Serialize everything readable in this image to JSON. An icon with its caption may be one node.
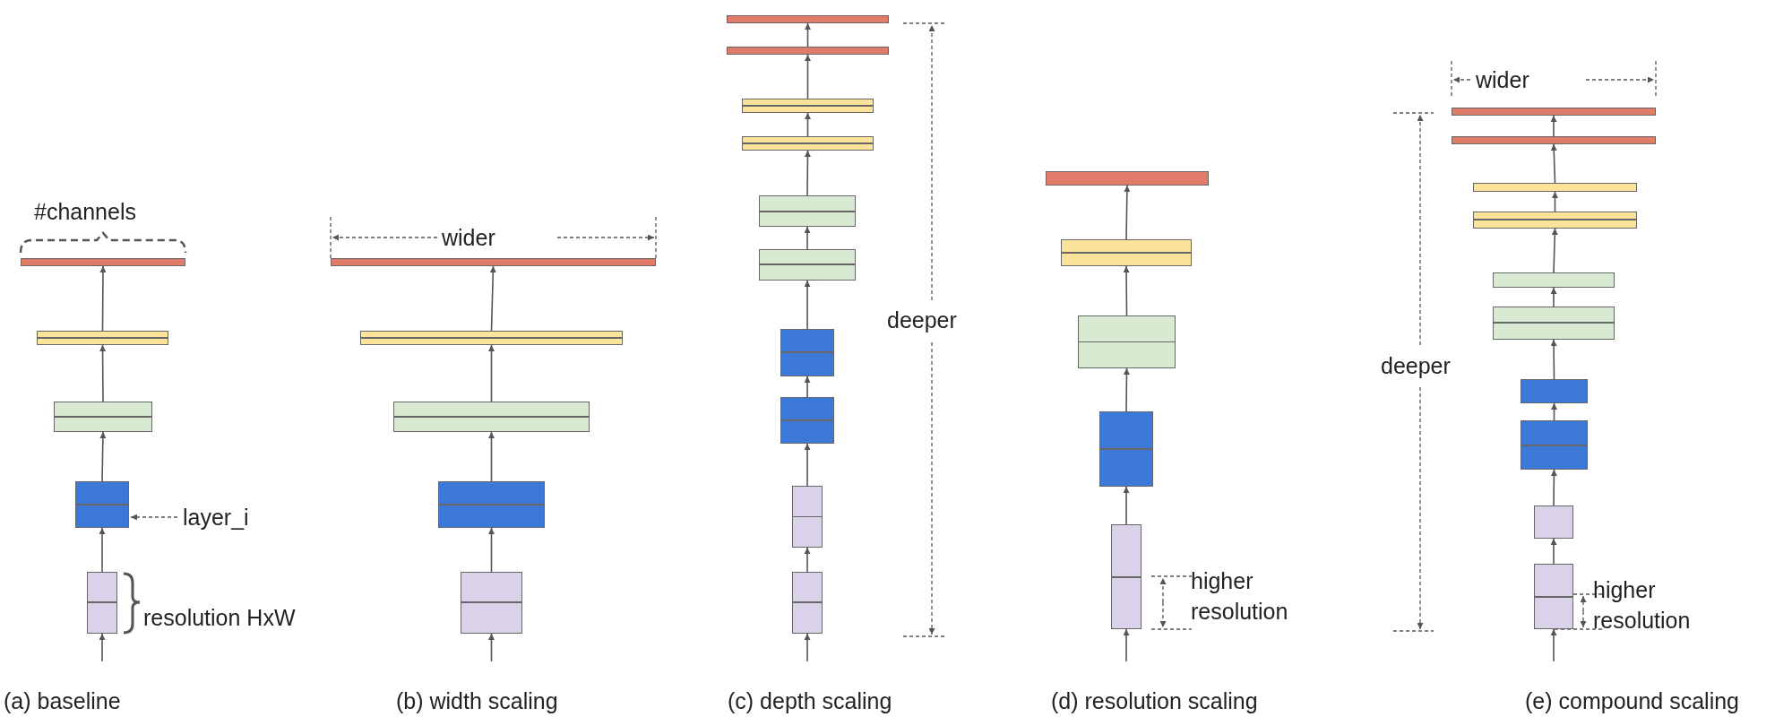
{
  "diagram": {
    "nodes": [
      {
        "text": [],
        "shape": "box"
      },
      {
        "text": [],
        "shape": "box"
      },
      {
        "text": [],
        "shape": "box"
      },
      {
        "text": [],
        "shape": "box"
      },
      {
        "text": [],
        "shape": "box"
      },
      {
        "text": [
          "layer_i"
        ]
      },
      {
        "text": [],
        "shape": "box"
      },
      {
        "text": [],
        "shape": "box"
      },
      {
        "text": [],
        "shape": "box"
      },
      {
        "text": [],
        "shape": "box"
      },
      {
        "text": [],
        "shape": "box"
      },
      {
        "text": [],
        "shape": "box"
      },
      {
        "text": [],
        "shape": "box"
      },
      {
        "text": [],
        "shape": "box"
      },
      {
        "text": [],
        "shape": "box"
      },
      {
        "text": [],
        "shape": "box"
      },
      {
        "text": [],
        "shape": "box"
      },
      {
        "text": [],
        "shape": "box"
      },
      {
        "text": [],
        "shape": "box"
      },
      {
        "text": [],
        "shape": "box"
      },
      {
        "text": [],
        "shape": "box"
      },
      {
        "text": [],
        "shape": "box"
      },
      {
        "text": [],
        "shape": "box"
      },
      {
        "text": [],
        "shape": "box"
      },
      {
        "text": [],
        "shape": "box"
      },
      {
        "text": [],
        "shape": "box"
      },
      {
        "text": [],
        "shape": "box"
      },
      {
        "text": [],
        "shape": "box"
      },
      {
        "text": [],
        "shape": "box"
      },
      {
        "text": [],
        "shape": "box"
      },
      {
        "text": [],
        "shape": "box"
      },
      {
        "text": [],
        "shape": "box"
      },
      {
        "text": [],
        "shape": "box"
      },
      {
        "text": [],
        "shape": "box"
      },
      {
        "text": [],
        "shape": "box"
      },
      {
        "text": [],
        "shape": "box"
      }
    ],
    "edges": [
      {
        "from": null,
        "to": 4,
        "arrow": "to"
      },
      {
        "from": 4,
        "to": 3,
        "arrow": "to"
      },
      {
        "from": 3,
        "to": 2,
        "arrow": "to"
      },
      {
        "from": 2,
        "to": 1,
        "arrow": "to"
      },
      {
        "from": 1,
        "to": 0,
        "arrow": "to"
      },
      {
        "from": 5,
        "to": 3,
        "arrow": "to",
        "style": "dashed"
      },
      {
        "from": null,
        "to": 10,
        "arrow": "to"
      },
      {
        "from": 10,
        "to": 9,
        "arrow": "to"
      },
      {
        "from": 9,
        "to": 8,
        "arrow": "to"
      },
      {
        "from": 8,
        "to": 7,
        "arrow": "to"
      },
      {
        "from": 7,
        "to": 6,
        "arrow": "to"
      },
      {
        "from": null,
        "to": 20,
        "arrow": "to"
      },
      {
        "from": 20,
        "to": 19,
        "arrow": "to"
      },
      {
        "from": 19,
        "to": 18,
        "arrow": "to"
      },
      {
        "from": 18,
        "to": 17,
        "arrow": "to"
      },
      {
        "from": 17,
        "to": 16,
        "arrow": "to"
      },
      {
        "from": 16,
        "to": 15,
        "arrow": "to"
      },
      {
        "from": 15,
        "to": 14,
        "arrow": "to"
      },
      {
        "from": 14,
        "to": 13,
        "arrow": "to"
      },
      {
        "from": 13,
        "to": 12,
        "arrow": "to"
      },
      {
        "from": 12,
        "to": 11,
        "arrow": "to"
      },
      {
        "from": null,
        "to": 25,
        "arrow": "to"
      },
      {
        "from": 25,
        "to": 24,
        "arrow": "to"
      },
      {
        "from": 24,
        "to": 23,
        "arrow": "to"
      },
      {
        "from": 23,
        "to": 22,
        "arrow": "to"
      },
      {
        "from": 22,
        "to": 21,
        "arrow": "to"
      },
      {
        "from": null,
        "to": 35,
        "arrow": "to"
      },
      {
        "from": 35,
        "to": 34,
        "arrow": "to"
      },
      {
        "from": 34,
        "to": 33,
        "arrow": "to"
      },
      {
        "from": 33,
        "to": 32,
        "arrow": "to"
      },
      {
        "from": 32,
        "to": 31,
        "arrow": "to"
      },
      {
        "from": 31,
        "to": 30,
        "arrow": "to"
      },
      {
        "from": 30,
        "to": 29,
        "arrow": "to"
      },
      {
        "from": 29,
        "to": 28,
        "arrow": "to"
      },
      {
        "from": 28,
        "to": 27,
        "arrow": "to"
      },
      {
        "from": 27,
        "to": 26,
        "arrow": "to"
      }
    ],
    "labels": [
      "#channels",
      "resolution HxW",
      "(a) baseline",
      "wider",
      "(b) width scaling",
      "deeper",
      "(c) depth scaling",
      "higher resolution",
      "(d) resolution scaling",
      "wider",
      "deeper",
      "higher resolution",
      "(e) compound scaling"
    ]
  }
}
